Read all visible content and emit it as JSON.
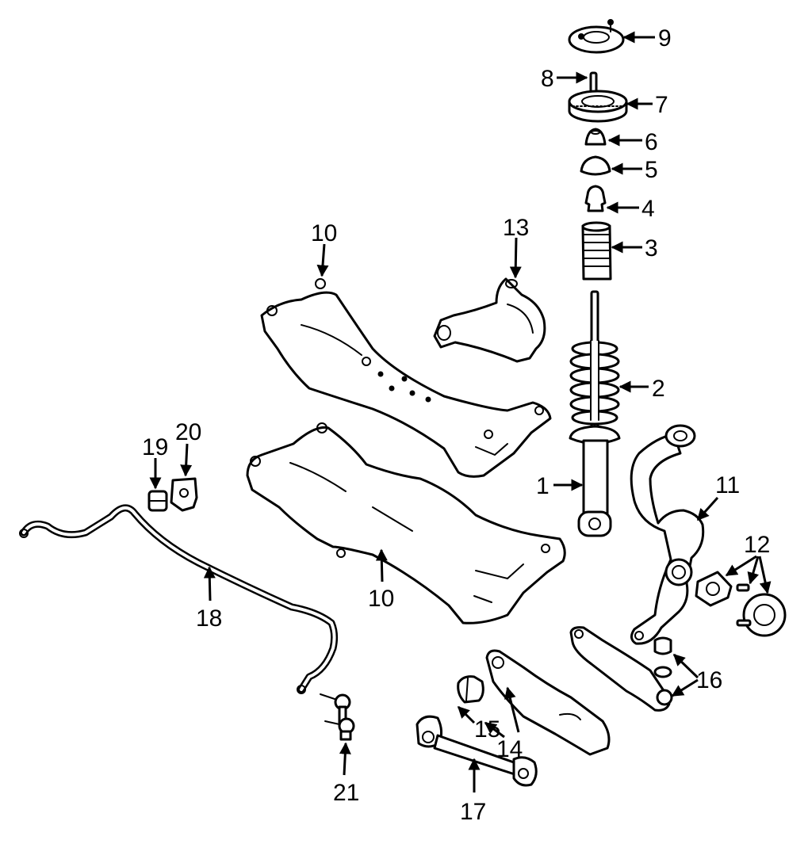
{
  "callouts": {
    "c1": "1",
    "c2": "2",
    "c3": "3",
    "c4": "4",
    "c5": "5",
    "c6": "6",
    "c7": "7",
    "c8": "8",
    "c9": "9",
    "c10a": "10",
    "c10b": "10",
    "c11": "11",
    "c12": "12",
    "c13": "13",
    "c14": "14",
    "c15": "15",
    "c16": "16",
    "c17": "17",
    "c18": "18",
    "c19": "19",
    "c20": "20",
    "c21": "21"
  },
  "colors": {
    "ink": "#000000",
    "paper": "#ffffff"
  }
}
